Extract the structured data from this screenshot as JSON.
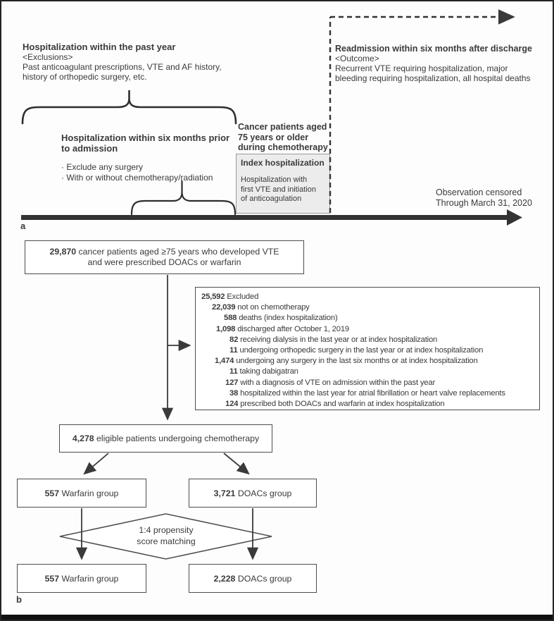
{
  "panel_a": {
    "label": "a",
    "past_year": {
      "title": "Hospitalization within the past year",
      "tag": "<Exclusions>",
      "lines": [
        "Past anticoagulant prescriptions, VTE and AF history,",
        "history of orthopedic surgery, etc."
      ]
    },
    "readmission": {
      "title": "Readmission within six months after discharge",
      "tag": "<Outcome>",
      "lines": [
        "Recurrent VTE requiring hospitalization, major",
        "bleeding requiring hospitalization, all hospital deaths"
      ]
    },
    "six_months": {
      "title_lines": [
        "Hospitalization within six months prior",
        "to admission"
      ],
      "bullets": [
        "· Exclude any surgery",
        "· With or without chemotherapy/radiation"
      ]
    },
    "cancer_patients_lines": [
      "Cancer patients aged",
      "75 years or older",
      "during chemotherapy"
    ],
    "index_hosp": {
      "title": "Index hospitalization",
      "body_lines": [
        "Hospitalization with",
        "first VTE and initiation",
        "of anticoagulation"
      ]
    },
    "observation_lines": [
      "Observation censored",
      "Through March 31, 2020"
    ]
  },
  "panel_b": {
    "label": "b",
    "top_box": {
      "num": "29,870",
      "line1_rest": " cancer patients aged ≥75 years who developed VTE",
      "line2": "and were prescribed DOACs or warfarin"
    },
    "excluded_lines": [
      {
        "num": "25,592",
        "text": "Excluded",
        "indent": 0
      },
      {
        "num": "22,039",
        "text": "not on chemotherapy",
        "indent": 15
      },
      {
        "num": "588",
        "text": "deaths (index hospitalization)",
        "indent": 32
      },
      {
        "num": "1,098",
        "text": "discharged after October 1, 2019",
        "indent": 21
      },
      {
        "num": "82",
        "text": "receiving dialysis in the last year or at index hospitalization",
        "indent": 40
      },
      {
        "num": "11",
        "text": "undergoing orthopedic surgery in the last year or at index hospitalization",
        "indent": 40
      },
      {
        "num": "1,474",
        "text": "undergoing any surgery in the last six months or at index hospitalization",
        "indent": 19
      },
      {
        "num": "11",
        "text": "taking dabigatran",
        "indent": 40
      },
      {
        "num": "127",
        "text": "with a diagnosis of VTE on admission within the past year",
        "indent": 34
      },
      {
        "num": "38",
        "text": "hospitalized within the last year for atrial fibrillation or heart valve replacements",
        "indent": 40
      },
      {
        "num": "124",
        "text": "prescribed both DOACs and warfarin at index hospitalization",
        "indent": 34
      }
    ],
    "eligible_box": {
      "num": "4,278",
      "text": " eligible patients undergoing chemotherapy"
    },
    "warfarin_box": {
      "num": "557",
      "text": " Warfarin group"
    },
    "doacs_box": {
      "num": "3,721",
      "text": " DOACs group"
    },
    "matching_lines": [
      "1:4 propensity",
      "score matching"
    ],
    "warfarin_matched": {
      "num": "557",
      "text": " Warfarin group"
    },
    "doacs_matched": {
      "num": "2,228",
      "text": " DOACs group"
    }
  },
  "colors": {
    "index_box_fill": "#ececec",
    "line_color": "#3a3a3a"
  }
}
